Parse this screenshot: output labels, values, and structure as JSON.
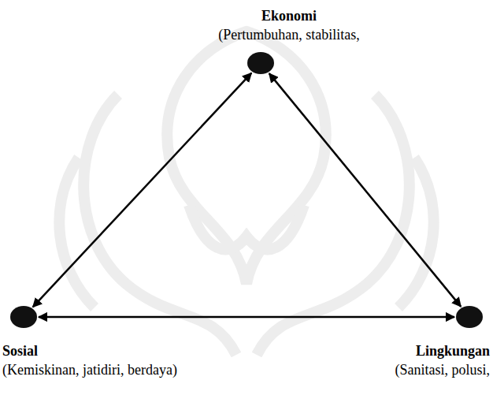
{
  "diagram": {
    "nodes": [
      {
        "text": [
          "Ekonomi",
          "(Pertumbuhan, stabilitas,"
        ]
      },
      {
        "text": [
          "Sosial",
          "(Kemiskinan, jatidiri, berdaya)"
        ]
      },
      {
        "text": [
          "Lingkungan",
          "(Sanitasi, polusi,"
        ]
      }
    ],
    "edges": [
      {
        "from": 0,
        "to": 1,
        "arrow": "both"
      },
      {
        "from": 0,
        "to": 2,
        "arrow": "both"
      },
      {
        "from": 1,
        "to": 2,
        "arrow": "both"
      }
    ]
  }
}
